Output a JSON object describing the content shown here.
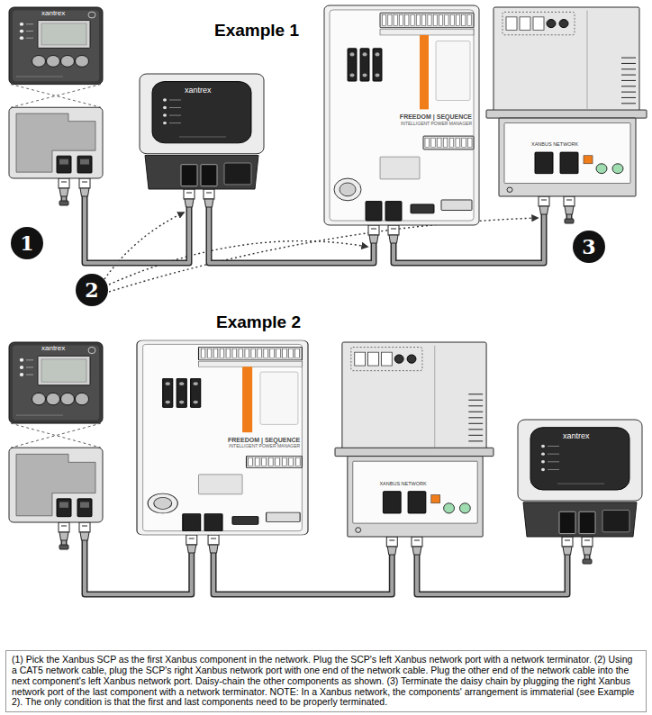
{
  "diagram": {
    "caption": "(1) Pick the Xanbus SCP as the first Xanbus component in the network. Plug the SCP's left Xanbus network port with a network terminator. (2) Using a CAT5 network cable, plug the SCP's right Xanbus network port with one end of the network cable. Plug the other end of the network cable into the next component's left Xanbus network port. Daisy-chain the other components as shown. (3) Terminate the daisy chain by plugging the right Xanbus network port of the last component with a network terminator. NOTE: In a Xanbus network, the components' arrangement is immaterial (see Example 2). The only condition is that the first and last components need to be properly terminated.",
    "nodes": [
      {
        "text": [
          "xantrex"
        ]
      },
      {
        "text": [
          "xantrex"
        ]
      },
      {
        "text": [
          "FREEDOM | SEQUENCE",
          "INTELLIGENT POWER MANAGER"
        ]
      },
      {
        "text": [
          "XANBUS NETWORK"
        ]
      },
      {
        "text": [
          "xantrex"
        ]
      },
      {
        "text": [
          "FREEDOM | SEQUENCE",
          "INTELLIGENT POWER MANAGER"
        ]
      },
      {
        "text": [
          "XANBUS NETWORK"
        ]
      },
      {
        "text": [
          "xantrex"
        ]
      }
    ],
    "edges": [
      {
        "from": 0,
        "to": 1,
        "arrow": "none"
      },
      {
        "from": 1,
        "to": 2,
        "arrow": "none"
      },
      {
        "from": 2,
        "to": 3,
        "arrow": "none"
      },
      {
        "from": 4,
        "to": 5,
        "arrow": "none"
      },
      {
        "from": 5,
        "to": 6,
        "arrow": "none"
      },
      {
        "from": 6,
        "to": 7,
        "arrow": "none"
      }
    ],
    "labels": [
      "Example 1",
      "1",
      "2",
      "3",
      "Example 2"
    ]
  }
}
